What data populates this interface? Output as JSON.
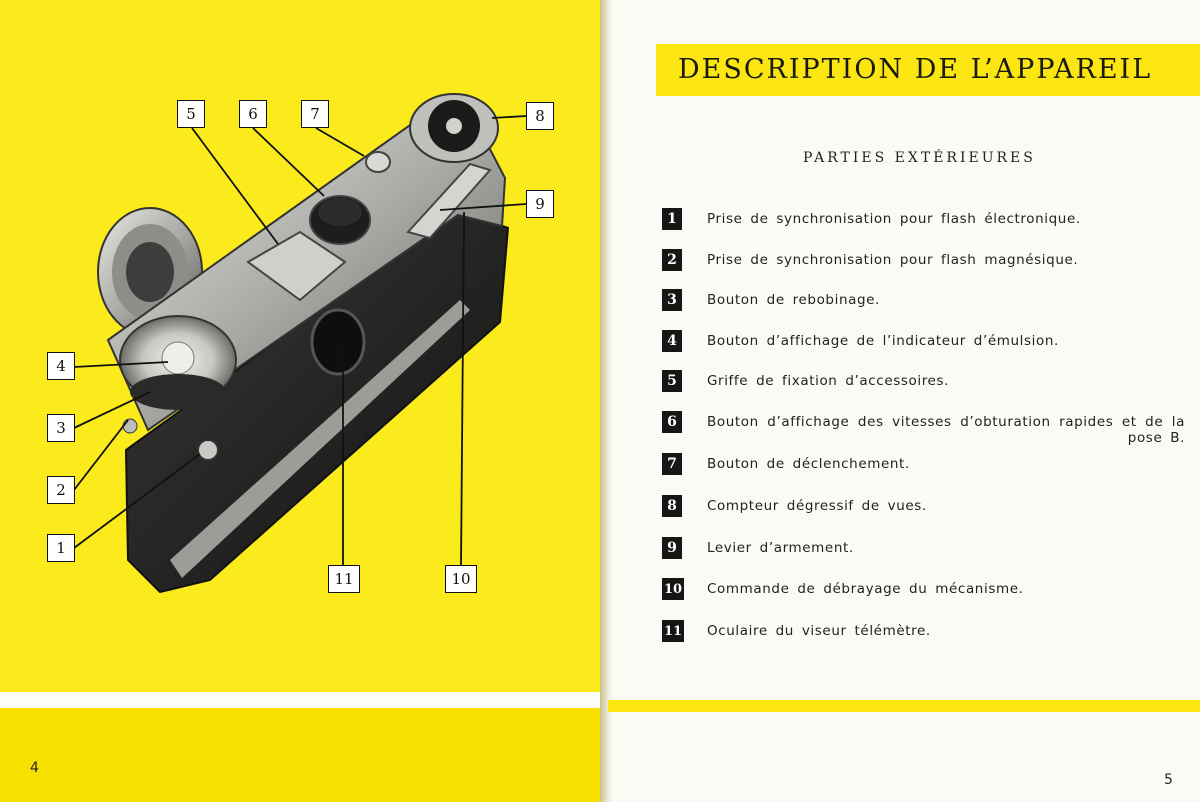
{
  "left_page": {
    "page_number": "4",
    "callouts": [
      "5",
      "6",
      "7",
      "8",
      "9",
      "4",
      "3",
      "2",
      "1",
      "11",
      "10"
    ]
  },
  "right_page": {
    "title": "DESCRIPTION DE L’APPAREIL",
    "subtitle": "PARTIES EXTÉRIEURES",
    "page_number": "5",
    "parts": [
      {
        "num": "1",
        "text": "Prise de synchronisation pour flash électronique."
      },
      {
        "num": "2",
        "text": "Prise de synchronisation pour flash magnésique."
      },
      {
        "num": "3",
        "text": "Bouton de rebobinage."
      },
      {
        "num": "4",
        "text": "Bouton d’affichage de l’indicateur d’émulsion."
      },
      {
        "num": "5",
        "text": "Griffe de fixation d’accessoires."
      },
      {
        "num": "6",
        "text": "Bouton d’affichage des vitesses d’obturation rapides et de la pose B."
      },
      {
        "num": "7",
        "text": "Bouton de déclenchement."
      },
      {
        "num": "8",
        "text": "Compteur dégressif de vues."
      },
      {
        "num": "9",
        "text": "Levier d’armement."
      },
      {
        "num": "10",
        "text": "Commande de débrayage du mécanisme."
      },
      {
        "num": "11",
        "text": "Oculaire du viseur télémètre."
      }
    ]
  },
  "colors": {
    "page_yellow": "#fbea1c",
    "paper": "#fbfbf6",
    "ink": "#161616"
  }
}
